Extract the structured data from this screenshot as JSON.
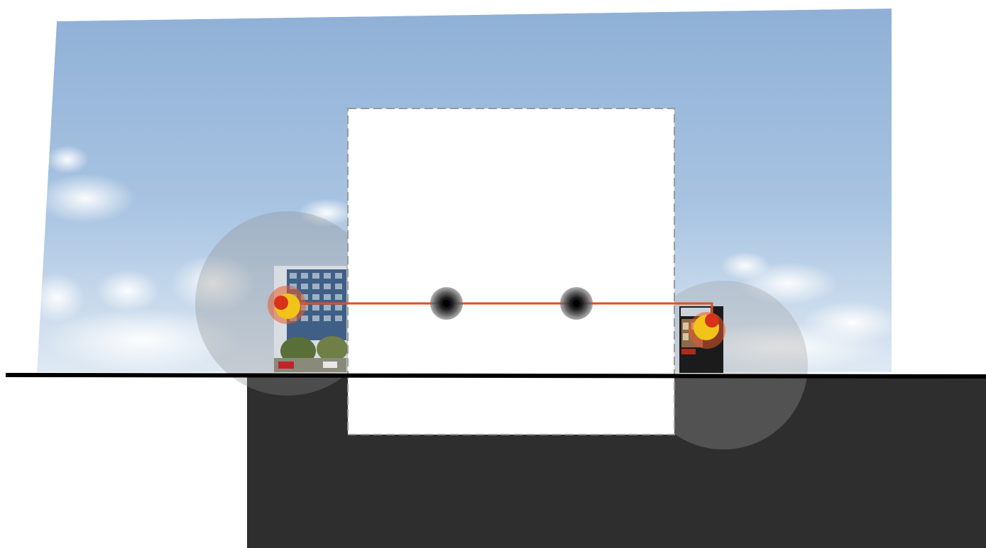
{
  "diagram": {
    "description_free": true,
    "colors": {
      "background": "#ffffff",
      "sky_top": "#8fb0d6",
      "sky_bottom": "#cfe0ef",
      "ground": "#2e2e2e",
      "horizon_line": "#000000",
      "ray": "#e0501e",
      "focus_yellow": "#f2c318",
      "focus_red": "#d8321a",
      "lens_circle": "#8c8c8c",
      "building_blue": "#3f5f86",
      "building_frame": "#d9dde2",
      "dash_border": "#9a9a9a"
    },
    "elements": {
      "sky_panel": "sky-photo",
      "occluder_box": "blank-viewport",
      "ground_block": "ground",
      "horizon": "horizon-line",
      "left_lens": "left-view-circle",
      "right_lens": "right-view-circle",
      "left_marker": "left-focus-marker",
      "right_marker": "right-focus-marker",
      "mid_dot_1": "intermediate-node-1",
      "mid_dot_2": "intermediate-node-2",
      "ray": "sightline"
    }
  }
}
